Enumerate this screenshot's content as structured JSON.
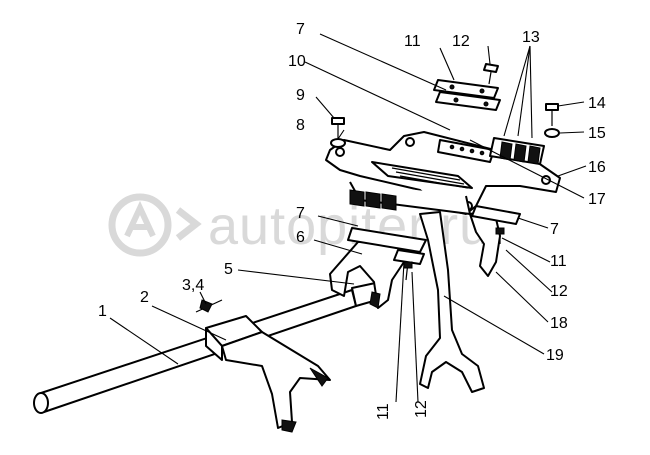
{
  "watermark": {
    "text": "autopiter.ru"
  },
  "callouts": [
    {
      "id": "1",
      "label": "1"
    },
    {
      "id": "2",
      "label": "2"
    },
    {
      "id": "34",
      "label": "3,4"
    },
    {
      "id": "5",
      "label": "5"
    },
    {
      "id": "6",
      "label": "6"
    },
    {
      "id": "7a",
      "label": "7"
    },
    {
      "id": "7b",
      "label": "7"
    },
    {
      "id": "7c",
      "label": "7"
    },
    {
      "id": "8",
      "label": "8"
    },
    {
      "id": "9",
      "label": "9"
    },
    {
      "id": "10",
      "label": "10"
    },
    {
      "id": "11a",
      "label": "11"
    },
    {
      "id": "11b",
      "label": "11"
    },
    {
      "id": "11c",
      "label": "11"
    },
    {
      "id": "12a",
      "label": "12"
    },
    {
      "id": "12b",
      "label": "12"
    },
    {
      "id": "12c",
      "label": "12"
    },
    {
      "id": "13",
      "label": "13"
    },
    {
      "id": "14",
      "label": "14"
    },
    {
      "id": "15",
      "label": "15"
    },
    {
      "id": "16",
      "label": "16"
    },
    {
      "id": "17",
      "label": "17"
    },
    {
      "id": "18",
      "label": "18"
    },
    {
      "id": "19",
      "label": "19"
    }
  ]
}
